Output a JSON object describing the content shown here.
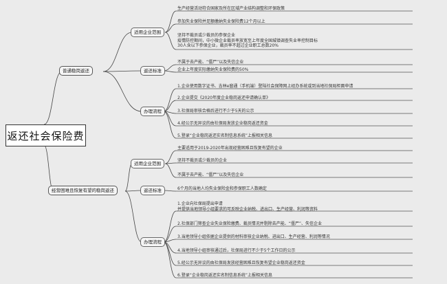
{
  "root": "返还社会保险费",
  "branches": [
    {
      "label": "普通稳岗返还",
      "groups": [
        {
          "label": "适用企业范围",
          "items": [
            [
              "生产经营活动符合国家及所在区域产业结构调整和环保政策"
            ],
            [
              "参加失业保险并足额缴纳失业保险费12个月以上"
            ],
            [
              "坚持不裁员或少裁员的参保企业",
              "疫情防控期间，中小微企业裁员率放宽至上年度全国城镇调查失业率控制目标",
              "30人含以下参保企业，裁员率不超过企业职工总数20%"
            ]
          ]
        },
        {
          "label": "返还标准",
          "items": [
            [
              "不属于去产能、“僵尸”以及失信企业"
            ],
            [
              "企业上年度实际缴纳失业保险费的50%"
            ]
          ]
        },
        {
          "label": "办理流程",
          "items": [
            [
              "1.企业使用数字证书、吉林e窗通（手机端）登陆社会保障网上经办系统或到当地社保局柜面申请"
            ],
            [
              "2.企业提交《2020年度企业稳岗返还申请确认单》"
            ],
            [
              "3.社保局审核合格后进行不少于5天的公示"
            ],
            [
              "4.经公示无异议的由社保局发放企业稳岗返还资金"
            ],
            [
              "5.登录“企业稳岗返还实名制信息系统”上报相关信息"
            ]
          ]
        }
      ]
    },
    {
      "label": "经营困难且恢复有望的稳岗返还",
      "groups": [
        {
          "label": "适用企业范围",
          "items": [
            [
              "主要适用于2019-2020年出现经营困难且恢复有望的企业"
            ],
            [
              "坚持不裁员或少裁员的企业"
            ],
            [
              "不属于去产能、“僵尸”以及失信企业"
            ]
          ]
        },
        {
          "label": "返还标准",
          "items": [
            [
              "6个月的当地人均失业保险金和参保职工人数确定"
            ]
          ]
        },
        {
          "label": "办理流程",
          "items": [
            [
              "1.企业向社保局提出申请",
              "并提供当地领导小组要求的可反映企业纳税、进出口、生产经营、利润等资料"
            ],
            [
              "2.社保部门筛查企业失业保险缴费、裁员情况并剔除去产能、“僵尸”、失信企业"
            ],
            [
              "3.当地领导小组依据企业提供的材料审核企业纳税、进出口、生产经营、利润等情况"
            ],
            [
              "4.当地领导小组审核通过后，社保局进行不少于5个工作日的公示"
            ],
            [
              "5.经公示无异议的由社保局发放经营困难且恢复有望企业稳岗返还资金"
            ],
            [
              "6.登录“企业稳岗返还实名制信息系统”上报相关信息"
            ]
          ]
        }
      ]
    }
  ]
}
